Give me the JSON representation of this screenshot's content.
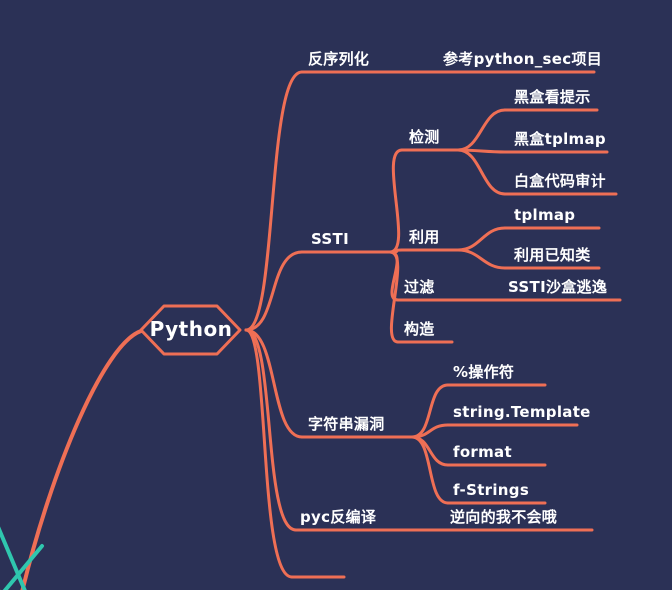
{
  "colors": {
    "background": "#2b3156",
    "branch": "#ef6f55",
    "teal": "#2fc7ae",
    "lime": "#b9cc3c",
    "text": "#ffffff"
  },
  "root": {
    "label": "Python"
  },
  "branches": [
    {
      "label": "反序列化",
      "children": [
        {
          "label": "参考python_sec项目"
        }
      ]
    },
    {
      "label": "SSTI",
      "children": [
        {
          "label": "检测",
          "children": [
            {
              "label": "黑盒看提示"
            },
            {
              "label": "黑盒tplmap"
            },
            {
              "label": "白盒代码审计"
            }
          ]
        },
        {
          "label": "利用",
          "children": [
            {
              "label": "tplmap"
            },
            {
              "label": "利用已知类"
            }
          ]
        },
        {
          "label": "过滤",
          "children": [
            {
              "label": "SSTI沙盒逃逸"
            }
          ]
        },
        {
          "label": "构造",
          "children": []
        }
      ]
    },
    {
      "label": "字符串漏洞",
      "children": [
        {
          "label": "%操作符"
        },
        {
          "label": "string.Template"
        },
        {
          "label": "format"
        },
        {
          "label": "f-Strings"
        }
      ]
    },
    {
      "label": "pyc反编译",
      "children": [
        {
          "label": "逆向的我不会哦"
        }
      ]
    }
  ]
}
